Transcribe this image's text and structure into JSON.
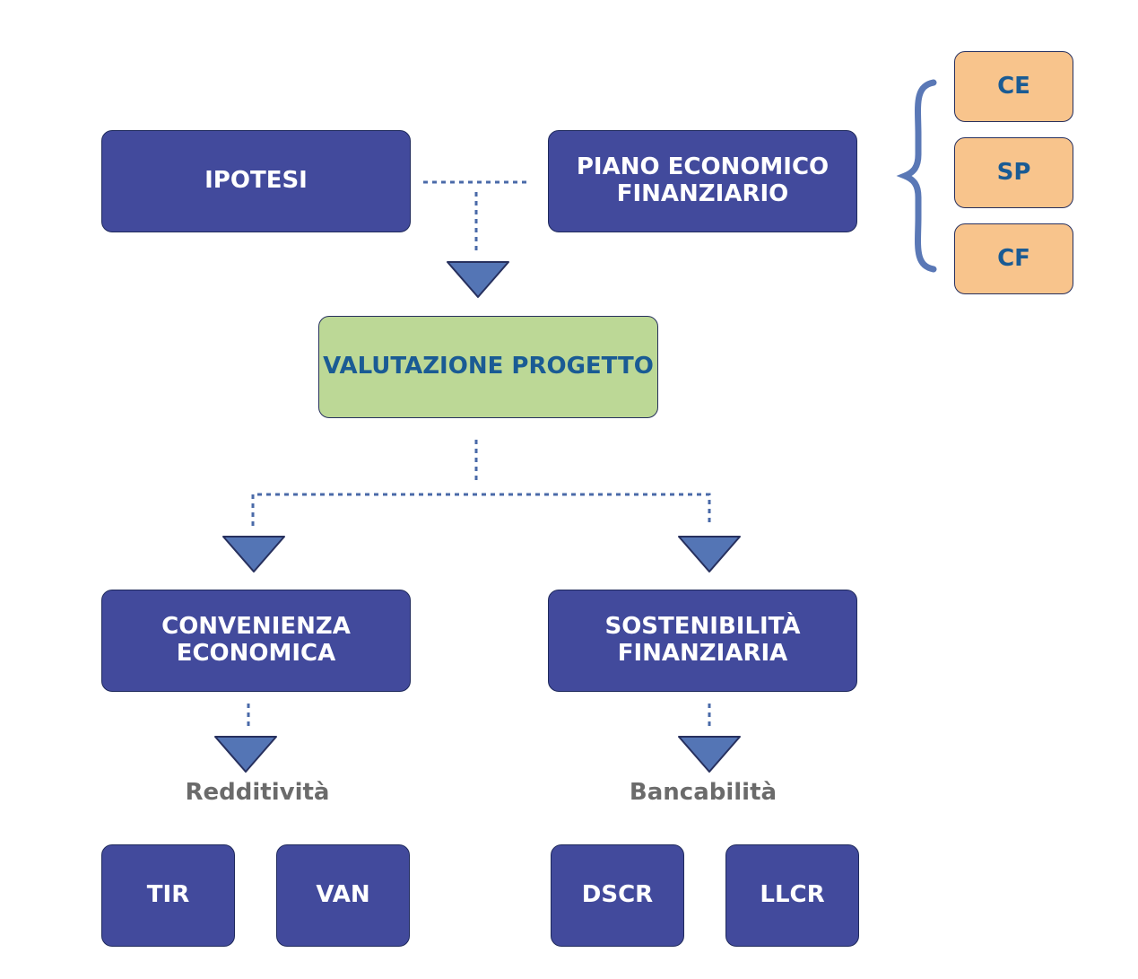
{
  "colors": {
    "navy": "#424a9c",
    "green": "#bcd896",
    "orange": "#f8c48c",
    "connector": "#4a6aa8",
    "arrow": "#5475b5",
    "blue_text": "#1a5b94",
    "gray_text": "#6b6b6b"
  },
  "nodes": {
    "ipotesi": "IPOTESI",
    "piano": "PIANO ECONOMICO\nFINANZIARIO",
    "ce": "CE",
    "sp": "SP",
    "cf": "CF",
    "valutazione": "VALUTAZIONE PROGETTO",
    "convenienza": "CONVENIENZA\nECONOMICA",
    "sostenibilita": "SOSTENIBILITÀ\nFINANZIARIA",
    "tir": "TIR",
    "van": "VAN",
    "dscr": "DSCR",
    "llcr": "LLCR"
  },
  "labels": {
    "redditivita": "Redditività",
    "bancabilita": "Bancabilità"
  }
}
